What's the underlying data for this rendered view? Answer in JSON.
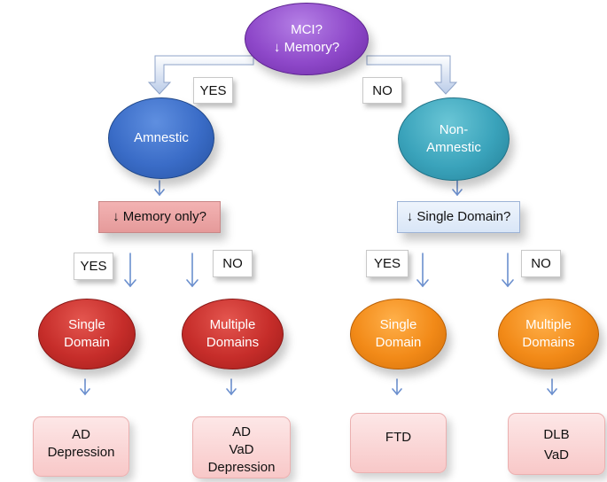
{
  "root": {
    "text": "MCI?\n↓ Memory?"
  },
  "branches": {
    "left": {
      "label": "YES",
      "node": "Amnestic"
    },
    "right": {
      "label": "NO",
      "node": "Non-\nAmnestic"
    }
  },
  "questions": {
    "left": "↓ Memory only?",
    "right": "↓ Single Domain?"
  },
  "answer_labels": {
    "l_yes": "YES",
    "l_no": "NO",
    "r_yes": "YES",
    "r_no": "NO"
  },
  "domains": {
    "l_single": "Single\nDomain",
    "l_multi": "Multiple\nDomains",
    "r_single": "Single\nDomain",
    "r_multi": "Multiple\nDomains"
  },
  "outcomes": {
    "l_single": "AD\nDepression",
    "l_multi": "AD\nVaD\nDepression",
    "r_single": "FTD",
    "r_multi": "DLB\nVaD"
  }
}
